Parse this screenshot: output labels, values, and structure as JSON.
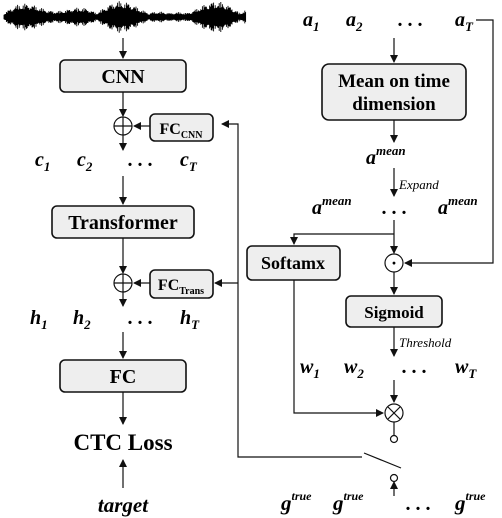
{
  "left": {
    "cnn": "CNN",
    "fc_cnn": {
      "main": "FC",
      "sub": "CNN"
    },
    "c_seq": [
      {
        "base": "c",
        "sub": "1"
      },
      {
        "base": "c",
        "sub": "2"
      },
      {
        "dots": ". . ."
      },
      {
        "base": "c",
        "sub": "T"
      }
    ],
    "transformer": "Transformer",
    "fc_trans": {
      "main": "FC",
      "sub": "Trans"
    },
    "h_seq": [
      {
        "base": "h",
        "sub": "1"
      },
      {
        "base": "h",
        "sub": "2"
      },
      {
        "dots": ". . ."
      },
      {
        "base": "h",
        "sub": "T"
      }
    ],
    "fc": "FC",
    "ctc_loss": "CTC Loss",
    "target": "target"
  },
  "right": {
    "a_seq": [
      {
        "base": "a",
        "sub": "1"
      },
      {
        "base": "a",
        "sub": "2"
      },
      {
        "dots": ". . ."
      },
      {
        "base": "a",
        "sub": "T"
      }
    ],
    "mean_box": [
      "Mean on time",
      "dimension"
    ],
    "a_mean": {
      "base": "a",
      "sup": "mean"
    },
    "expand": "Expand",
    "amean_row": [
      {
        "base": "a",
        "sup": "mean"
      },
      {
        "dots": ". . ."
      },
      {
        "base": "a",
        "sup": "mean"
      }
    ],
    "softmax": "Softamx",
    "dot_op": "·",
    "sigmoid": "Sigmoid",
    "threshold": "Threshold",
    "w_seq": [
      {
        "base": "w",
        "sub": "1"
      },
      {
        "base": "w",
        "sub": "2"
      },
      {
        "dots": ". . ."
      },
      {
        "base": "w",
        "sub": "T"
      }
    ],
    "gtrue_row": [
      {
        "base": "g",
        "sup": "true"
      },
      {
        "base": "g",
        "sup": "true"
      },
      {
        "dots": ". . ."
      },
      {
        "base": "g",
        "sup": "true"
      }
    ]
  }
}
